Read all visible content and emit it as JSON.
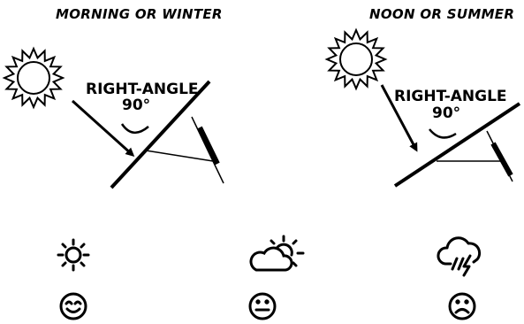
{
  "panels": [
    {
      "title": "MORNING OR WINTER",
      "angle_label": "RIGHT-ANGLE",
      "angle_value": "90°"
    },
    {
      "title": "NOON OR SUMMER",
      "angle_label": "RIGHT-ANGLE",
      "angle_value": "90°"
    }
  ],
  "weather": [
    {
      "icon": "sun-icon",
      "mood": "happy-face-icon"
    },
    {
      "icon": "partly-cloudy-icon",
      "mood": "neutral-face-icon"
    },
    {
      "icon": "storm-cloud-icon",
      "mood": "sad-face-icon"
    }
  ]
}
